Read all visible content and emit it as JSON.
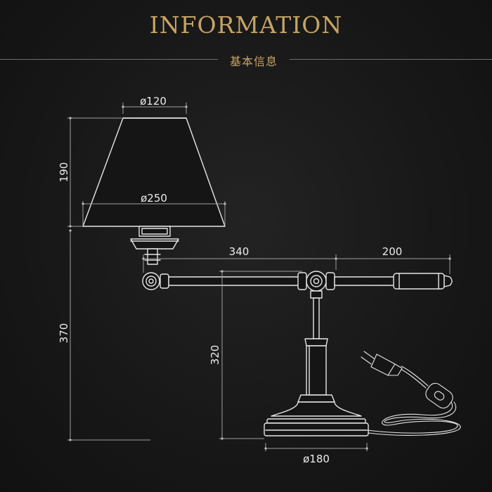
{
  "header": {
    "title": "INFORMATION",
    "subtitle": "基本信息"
  },
  "dimensions": {
    "shade_top_diameter": "ø120",
    "shade_height": "190",
    "shade_bottom_diameter": "ø250",
    "arm_rear_length": "340",
    "arm_front_length": "200",
    "total_height": "370",
    "stem_height": "320",
    "base_diameter": "ø180"
  },
  "colors": {
    "accent": "#c6a461",
    "line": "#e8e8e8",
    "dim_line": "#9a9a9a",
    "background": "#181818"
  }
}
